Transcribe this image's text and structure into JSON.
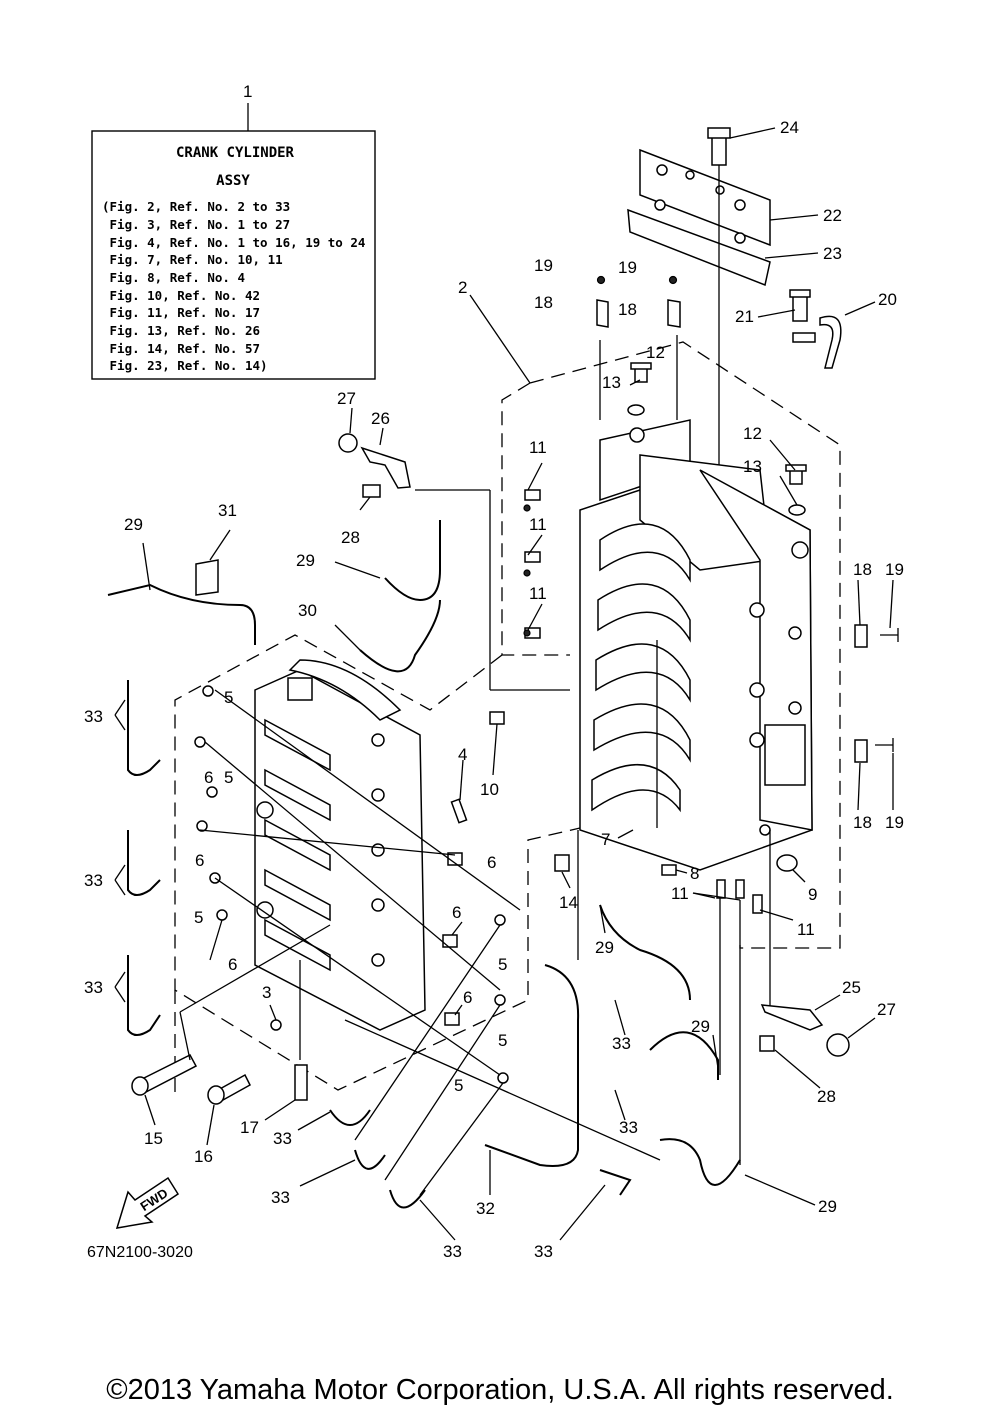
{
  "info_box": {
    "callout": "1",
    "title_line1": "CRANK CYLINDER",
    "title_line2": "ASSY",
    "lines": [
      "(Fig. 2, Ref. No. 2 to 33",
      " Fig. 3, Ref. No. 1 to 27",
      " Fig. 4, Ref. No. 1 to 16, 19 to 24",
      " Fig. 7, Ref. No. 10, 11",
      " Fig. 8, Ref. No. 4",
      " Fig. 10, Ref. No. 42",
      " Fig. 11, Ref. No. 17",
      " Fig. 13, Ref. No. 26",
      " Fig. 14, Ref. No. 57",
      " Fig. 23, Ref. No. 14)"
    ]
  },
  "callouts": {
    "c24": "24",
    "c22": "22",
    "c23": "23",
    "c19a": "19",
    "c19b": "19",
    "c18a": "18",
    "c18b": "18",
    "c2": "2",
    "c21": "21",
    "c20": "20",
    "c12a": "12",
    "c13a": "13",
    "c12b": "12",
    "c13b": "13",
    "c27a": "27",
    "c26": "26",
    "c28a": "28",
    "c11a": "11",
    "c11b": "11",
    "c11c": "11",
    "c31": "31",
    "c29a": "29",
    "c29b": "29",
    "c30": "30",
    "c18c": "18",
    "c19c": "19",
    "c18d": "18",
    "c19d": "19",
    "c33a": "33",
    "c5a": "5",
    "c6a": "6",
    "c5b": "5",
    "c6b": "6",
    "c33b": "33",
    "c5c": "5",
    "c6c": "6",
    "c33c": "33",
    "c4": "4",
    "c10": "10",
    "c7": "7",
    "c8": "8",
    "c9": "9",
    "c14": "14",
    "c11d": "11",
    "c11e": "11",
    "c6d": "6",
    "c6e": "6",
    "c29c": "29",
    "c5d": "5",
    "c3": "3",
    "c6f": "6",
    "c25": "25",
    "c27b": "27",
    "c33d": "33",
    "c29d": "29",
    "c5e": "5",
    "c33e": "33",
    "c28b": "28",
    "c5f": "5",
    "c15": "15",
    "c16": "16",
    "c17": "17",
    "c33f": "33",
    "c33g": "33",
    "c32": "32",
    "c29e": "29",
    "c33h": "33",
    "c33i": "33"
  },
  "fwd_label": "FWD",
  "diagram_code": "67N2100-3020",
  "copyright": "©2013 Yamaha Motor Corporation, U.S.A. All rights reserved."
}
